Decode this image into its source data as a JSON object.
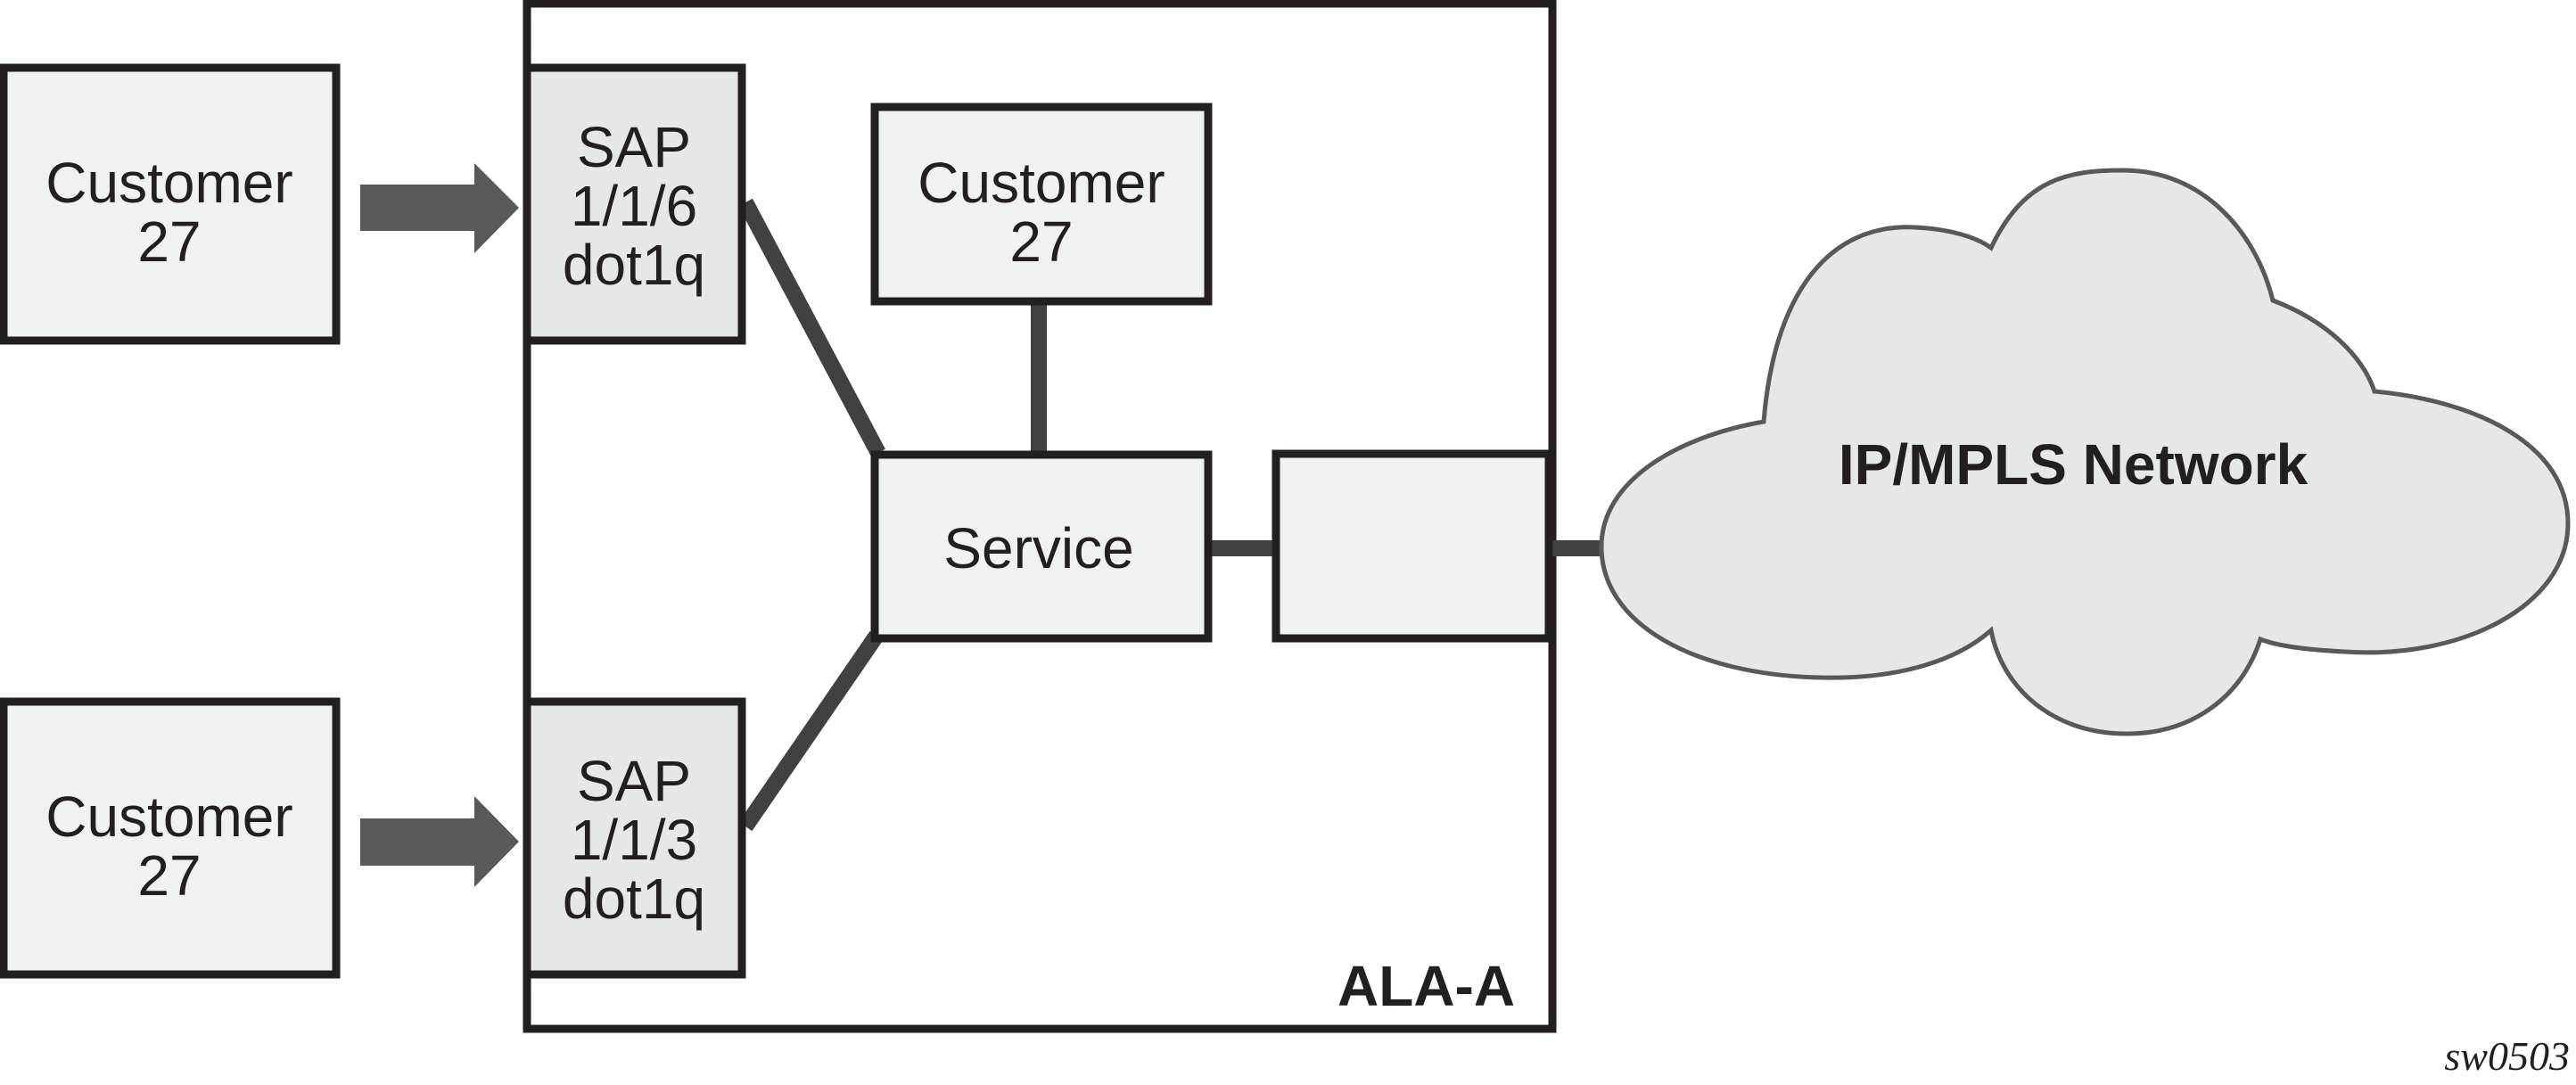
{
  "diagram": {
    "customers": [
      {
        "id": "customer-top",
        "lines": [
          "Customer",
          "27"
        ]
      },
      {
        "id": "customer-bottom",
        "lines": [
          "Customer",
          "27"
        ]
      }
    ],
    "saps": [
      {
        "id": "sap-top",
        "lines": [
          "SAP",
          "1/1/6",
          "dot1q"
        ]
      },
      {
        "id": "sap-bottom",
        "lines": [
          "SAP",
          "1/1/3",
          "dot1q"
        ]
      }
    ],
    "inner_customer": {
      "lines": [
        "Customer",
        "27"
      ]
    },
    "service": {
      "label": "Service"
    },
    "sdp": {
      "label": ""
    },
    "node": {
      "label": "ALA-A"
    },
    "network": {
      "label": "IP/MPLS Network"
    },
    "figure_id": "sw0503",
    "colors": {
      "outline": "#231f20",
      "link": "#414042",
      "arrow": "#58595b",
      "box_fill": "#f0f1f1",
      "sap_fill": "#e6e7e8",
      "cloud_fill": "#e6e7e8",
      "cloud_outline": "#58595b"
    }
  }
}
